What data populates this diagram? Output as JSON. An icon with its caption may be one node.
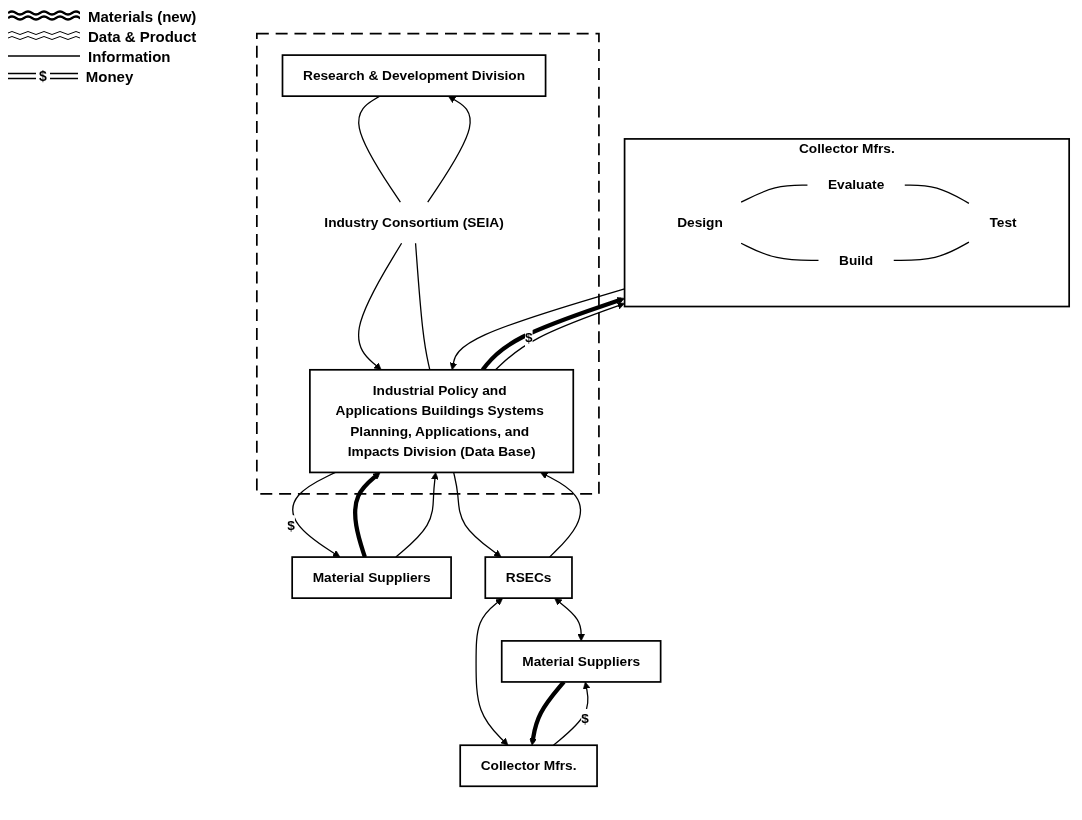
{
  "diagram": {
    "nodes": [
      {
        "text": [],
        "shape": "box"
      },
      {
        "text": [
          "Research & Development Division"
        ],
        "in": 0
      },
      {
        "text": [
          "Industry Consortium (SEIA)"
        ],
        "in": 0
      },
      {
        "text": [
          "Industrial Policy and Applications Buildings Systems Planning, Applications, and Impacts Division (Data Base)"
        ],
        "in": 0
      },
      {
        "text": [
          "Material Suppliers"
        ]
      },
      {
        "text": [
          "Collector Mfrs."
        ]
      },
      {
        "text": [
          "Design"
        ],
        "in": 5
      },
      {
        "text": [
          "Evaluate"
        ],
        "in": 5
      },
      {
        "text": [
          "Build"
        ],
        "in": 5
      },
      {
        "text": [
          "Test"
        ],
        "in": 5
      },
      {
        "text": [
          "RSECs"
        ]
      },
      {
        "text": [
          "Material Suppliers"
        ]
      },
      {
        "text": [
          "Collector Mfrs."
        ]
      }
    ],
    "edges": [
      {
        "from": 1,
        "to": 2,
        "arrow": "none"
      },
      {
        "from": 2,
        "to": 3,
        "arrow": "to"
      },
      {
        "from": 2,
        "to": 3,
        "arrow": "none"
      },
      {
        "from": 2,
        "to": 1,
        "arrow": "to"
      },
      {
        "from": 4,
        "to": 3,
        "arrow": "to",
        "style": "thick"
      },
      {
        "from": 3,
        "to": 4,
        "arrow": "to",
        "label": "$"
      },
      {
        "from": 4,
        "to": 3,
        "arrow": "to"
      },
      {
        "from": 3,
        "to": 5,
        "arrow": "to",
        "style": "thick"
      },
      {
        "from": 3,
        "to": 5,
        "arrow": "to",
        "label": "$"
      },
      {
        "from": 5,
        "to": 3,
        "arrow": "to"
      },
      {
        "from": 6,
        "to": 7,
        "arrow": "none"
      },
      {
        "from": 6,
        "to": 8,
        "arrow": "none"
      },
      {
        "from": 7,
        "to": 9,
        "arrow": "none"
      },
      {
        "from": 8,
        "to": 9,
        "arrow": "none"
      },
      {
        "from": 3,
        "to": 10,
        "arrow": "to"
      },
      {
        "from": 10,
        "to": 3,
        "arrow": "to"
      },
      {
        "from": 10,
        "to": 11,
        "arrow": "both"
      },
      {
        "from": 10,
        "to": 12,
        "arrow": "both"
      },
      {
        "from": 12,
        "to": 11,
        "arrow": "to",
        "label": "$"
      },
      {
        "from": 11,
        "to": 12,
        "arrow": "to",
        "style": "thick"
      }
    ],
    "labels": [
      "$"
    ],
    "legend": [
      {
        "text": "Materials (new)"
      },
      {
        "text": "Data & Product"
      },
      {
        "text": "Information"
      },
      {
        "text": "Money"
      }
    ]
  }
}
